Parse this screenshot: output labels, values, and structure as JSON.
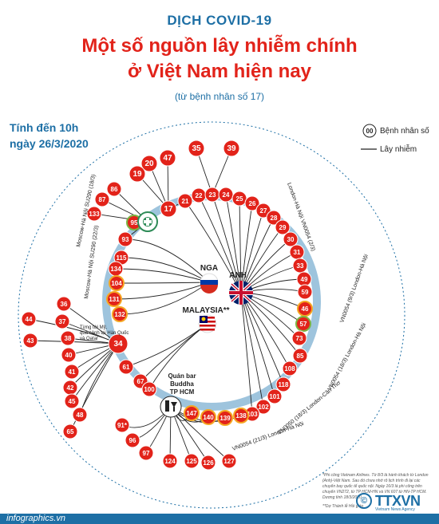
{
  "header": {
    "kicker": "DỊCH COVID-19",
    "title_line1": "Một số nguồn lây nhiễm chính",
    "title_line2": "ở Việt Nam hiện nay",
    "subtitle": "(từ bệnh nhân số 17)"
  },
  "as_of": {
    "line1": "Tính đến 10h",
    "line2": "ngày 26/3/2020"
  },
  "legend": {
    "node_sample": "00",
    "node_label": "Bệnh nhân số",
    "edge_label": "Lây nhiễm"
  },
  "colors": {
    "brand_blue": "#1d6fa5",
    "node_red": "#e2231a",
    "ring_outline": "#9ec4dd",
    "edge": "#222222"
  },
  "sources": {
    "nga": "NGA",
    "anh": "ANH",
    "malaysia": "MALAYSIA**",
    "bar": "Quán bar Buddha TP HCM",
    "p34_note": "Từng tới Mỹ, quá cảnh tại Hàn Quốc và Qatar"
  },
  "flights": [
    "London-Hà Nội VN0054 (2/3)",
    "Moscow-Hà Nội SU290 (18/3)",
    "Moscow-Hà Nội SU290 (22/3)",
    "VN0054 (9/3) London-Hà Nội",
    "VN0054 (18/3) London-Hà Nội",
    "VN0050 (18/3) London-Cần Thơ",
    "VN0054 (21/3) London-Hà Nội"
  ],
  "patients": {
    "top": [
      "35",
      "39"
    ],
    "top_left": [
      "47",
      "20",
      "19",
      "17"
    ],
    "uk_ring": [
      "21",
      "22",
      "23",
      "24",
      "25",
      "26",
      "27",
      "28",
      "29",
      "30",
      "31",
      "33",
      "49",
      "59",
      "46",
      "57",
      "73",
      "85",
      "108",
      "118",
      "101",
      "102",
      "103"
    ],
    "ring_left": [
      "93",
      "115",
      "134",
      "104",
      "131",
      "132"
    ],
    "left_outer": [
      "86",
      "87",
      "133",
      "95"
    ],
    "p34": "34",
    "p34_contacts": [
      "36",
      "37",
      "38",
      "40",
      "41",
      "42",
      "45",
      "48",
      "65",
      "44",
      "43"
    ],
    "malaysia_contacts": [
      "61",
      "67",
      "100"
    ],
    "bar_cluster": [
      "147",
      "140",
      "139",
      "138"
    ],
    "bar_contacts": [
      "91*",
      "96",
      "97",
      "124",
      "125",
      "126",
      "127"
    ]
  },
  "notes": "*Phi công Vietnam Airlines. Từ 8/3 là hành khách từ London (Anh)-Việt Nam. Sau đó chưa nhớ rõ lịch trình đi lại các chuyến bay quốc tế quốc nội. Ngày 16/3 là phi công trên chuyến VN272, từ TP HCM-HN và VN 607 từ HN-TP HCM. Dương tính 18/3/2020.",
  "footnote": "**Dự Thánh lễ Hồi giáo",
  "footer": {
    "site": "infographics.vn",
    "logo": "TTXVN",
    "logo_sub": "Vietnam News Agency",
    "logo_mark": "©"
  }
}
